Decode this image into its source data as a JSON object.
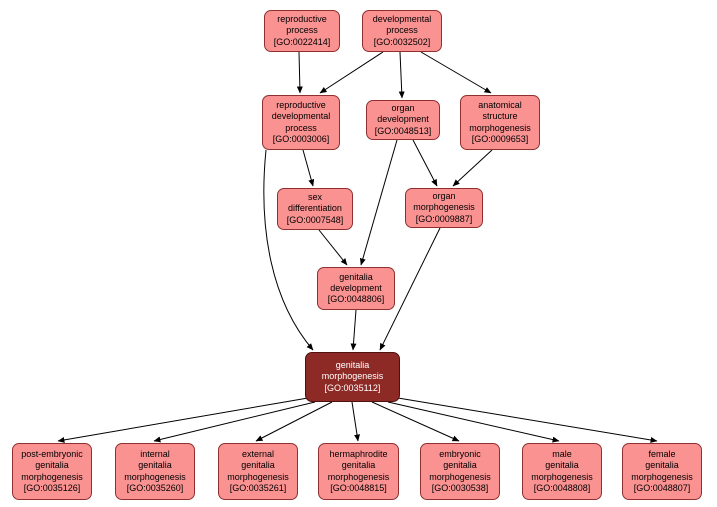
{
  "graph": {
    "description": "Gene Ontology term relationship graph",
    "selected_term": "GO:0035112",
    "selected_term_name": "genitalia morphogenesis"
  },
  "nodes": [
    {
      "id": "GO:0022414",
      "name": "reproductive process",
      "label": "reproductive\nprocess\n[GO:0022414]"
    },
    {
      "id": "GO:0032502",
      "name": "developmental process",
      "label": "developmental\nprocess\n[GO:0032502]"
    },
    {
      "id": "GO:0003006",
      "name": "reproductive developmental process",
      "label": "reproductive\ndevelopmental\nprocess\n[GO:0003006]"
    },
    {
      "id": "GO:0048513",
      "name": "organ development",
      "label": "organ\ndevelopment\n[GO:0048513]"
    },
    {
      "id": "GO:0009653",
      "name": "anatomical structure morphogenesis",
      "label": "anatomical\nstructure\nmorphogenesis\n[GO:0009653]"
    },
    {
      "id": "GO:0007548",
      "name": "sex differentiation",
      "label": "sex\ndifferentiation\n[GO:0007548]"
    },
    {
      "id": "GO:0009887",
      "name": "organ morphogenesis",
      "label": "organ\nmorphogenesis\n[GO:0009887]"
    },
    {
      "id": "GO:0048806",
      "name": "genitalia development",
      "label": "genitalia\ndevelopment\n[GO:0048806]"
    },
    {
      "id": "GO:0035112",
      "name": "genitalia morphogenesis",
      "label": "genitalia\nmorphogenesis\n[GO:0035112]",
      "selected": true
    },
    {
      "id": "GO:0035126",
      "name": "post-embryonic genitalia morphogenesis",
      "label": "post-embryonic\ngenitalia\nmorphogenesis\n[GO:0035126]"
    },
    {
      "id": "GO:0035260",
      "name": "internal genitalia morphogenesis",
      "label": "internal\ngenitalia\nmorphogenesis\n[GO:0035260]"
    },
    {
      "id": "GO:0035261",
      "name": "external genitalia morphogenesis",
      "label": "external\ngenitalia\nmorphogenesis\n[GO:0035261]"
    },
    {
      "id": "GO:0048815",
      "name": "hermaphrodite genitalia morphogenesis",
      "label": "hermaphrodite\ngenitalia\nmorphogenesis\n[GO:0048815]"
    },
    {
      "id": "GO:0030538",
      "name": "embryonic genitalia morphogenesis",
      "label": "embryonic\ngenitalia\nmorphogenesis\n[GO:0030538]"
    },
    {
      "id": "GO:0048808",
      "name": "male genitalia morphogenesis",
      "label": "male\ngenitalia\nmorphogenesis\n[GO:0048808]"
    },
    {
      "id": "GO:0048807",
      "name": "female genitalia morphogenesis",
      "label": "female\ngenitalia\nmorphogenesis\n[GO:0048807]"
    }
  ],
  "edges": [
    {
      "from": "GO:0022414",
      "to": "GO:0003006"
    },
    {
      "from": "GO:0032502",
      "to": "GO:0003006"
    },
    {
      "from": "GO:0032502",
      "to": "GO:0048513"
    },
    {
      "from": "GO:0032502",
      "to": "GO:0009653"
    },
    {
      "from": "GO:0003006",
      "to": "GO:0007548"
    },
    {
      "from": "GO:0003006",
      "to": "GO:0035112"
    },
    {
      "from": "GO:0048513",
      "to": "GO:0009887"
    },
    {
      "from": "GO:0009653",
      "to": "GO:0009887"
    },
    {
      "from": "GO:0048513",
      "to": "GO:0048806"
    },
    {
      "from": "GO:0007548",
      "to": "GO:0048806"
    },
    {
      "from": "GO:0048806",
      "to": "GO:0035112"
    },
    {
      "from": "GO:0009887",
      "to": "GO:0035112"
    },
    {
      "from": "GO:0035112",
      "to": "GO:0035126"
    },
    {
      "from": "GO:0035112",
      "to": "GO:0035260"
    },
    {
      "from": "GO:0035112",
      "to": "GO:0035261"
    },
    {
      "from": "GO:0035112",
      "to": "GO:0048815"
    },
    {
      "from": "GO:0035112",
      "to": "GO:0030538"
    },
    {
      "from": "GO:0035112",
      "to": "GO:0048808"
    },
    {
      "from": "GO:0035112",
      "to": "GO:0048807"
    }
  ],
  "colors": {
    "background": "#ffffff",
    "node_fill": "#fb9292",
    "node_border": "#8f3030",
    "node_text": "#000000",
    "selected_fill": "#8e2a26",
    "selected_border": "#4f100e",
    "selected_text": "#ffffff",
    "edge": "#000000"
  }
}
